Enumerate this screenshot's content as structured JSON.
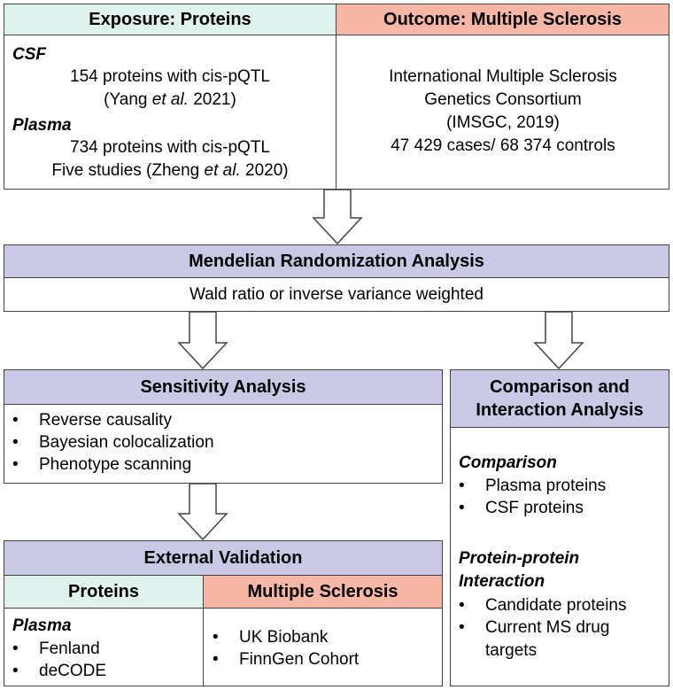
{
  "exposure": {
    "header": "Exposure: Proteins",
    "csf_label": "CSF",
    "csf_line1": "154 proteins with cis-pQTL",
    "csf_line2_a": "(Yang ",
    "csf_line2_em": "et al.",
    "csf_line2_b": " 2021)",
    "plasma_label": "Plasma",
    "plasma_line1": "734 proteins with cis-pQTL",
    "plasma_line2_a": "Five studies (Zheng ",
    "plasma_line2_em": "et al.",
    "plasma_line2_b": " 2020)"
  },
  "outcome": {
    "header": "Outcome: Multiple Sclerosis",
    "line1": "International Multiple Sclerosis",
    "line2": "Genetics Consortium",
    "line3": "(IMSGC, 2019)",
    "line4": "47 429 cases/ 68 374 controls"
  },
  "mr": {
    "header": "Mendelian Randomization Analysis",
    "body": "Wald ratio or inverse variance weighted"
  },
  "sensitivity": {
    "header": "Sensitivity Analysis",
    "items": [
      "Reverse causality",
      "Bayesian colocalization",
      "Phenotype scanning"
    ]
  },
  "comparison": {
    "header_line1": "Comparison and",
    "header_line2": "Interaction Analysis",
    "comparison_label": "Comparison",
    "comparison_items": [
      "Plasma proteins",
      "CSF proteins"
    ],
    "ppi_label_line1": "Protein-protein",
    "ppi_label_line2": "Interaction",
    "ppi_items": [
      "Candidate proteins",
      "Current MS drug"
    ],
    "ppi_item_cont": "targets"
  },
  "validation": {
    "header": "External Validation",
    "proteins_header": "Proteins",
    "ms_header": "Multiple Sclerosis",
    "plasma_label": "Plasma",
    "protein_items": [
      "Fenland",
      "deCODE"
    ],
    "ms_items": [
      "UK Biobank",
      "FinnGen Cohort"
    ]
  },
  "colors": {
    "exposure_header": "#dff2ed",
    "outcome_header": "#f7b6a6",
    "section_header": "#c9c9e6",
    "border": "#444444"
  }
}
